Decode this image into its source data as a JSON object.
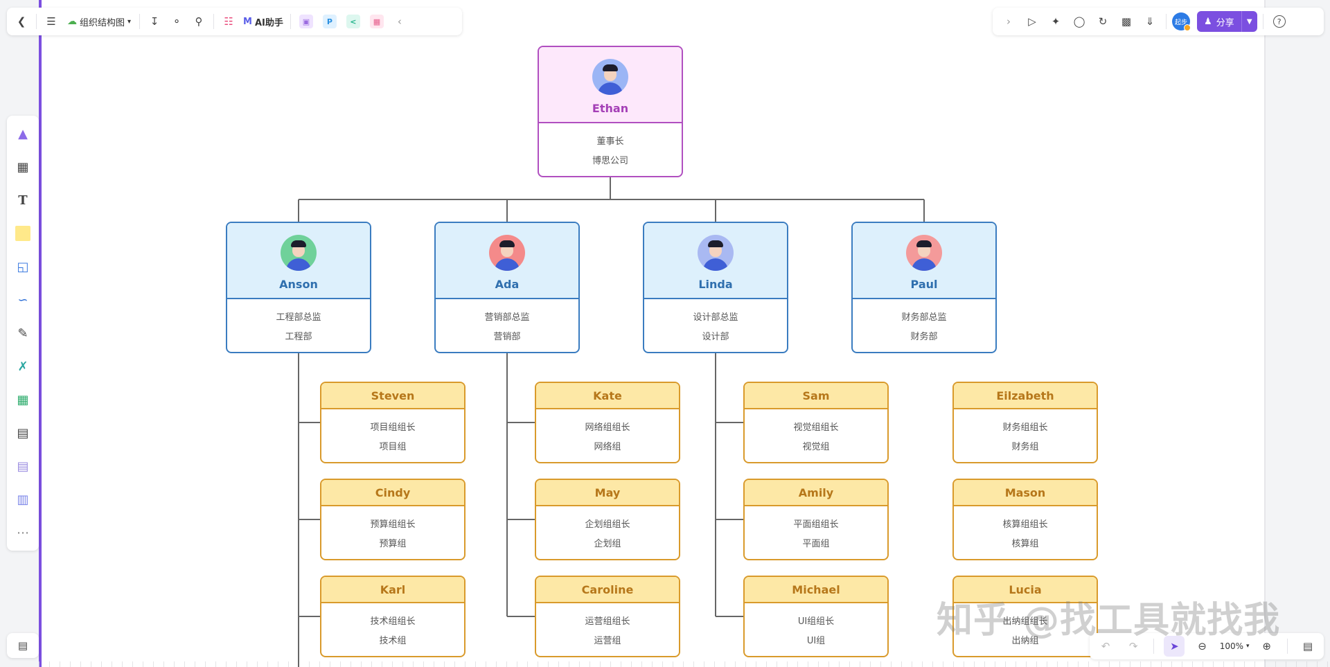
{
  "toolbar_left": {
    "doc_title": "组织结构图",
    "ai_label": "AI助手",
    "icons": [
      "back-icon",
      "menu-icon",
      "cloud-sync-icon",
      "download-icon",
      "tag-icon",
      "search-icon",
      "calendar-app-icon",
      "ai-logo-icon",
      "image-app-icon",
      "p-app-icon",
      "flow-app-icon",
      "mindmap-app-icon",
      "collapse-icon"
    ]
  },
  "toolbar_right": {
    "share_label": "分享",
    "avatar_text": "起步",
    "icons": [
      "expand-icon",
      "play-icon",
      "celebrate-icon",
      "comment-icon",
      "history-icon",
      "chart-icon",
      "more-down-icon",
      "help-icon"
    ]
  },
  "left_toolbar": {
    "icons": [
      "template-icon",
      "frame-icon",
      "text-icon",
      "sticky-note-icon",
      "shape-icon",
      "connector-icon",
      "pen-icon",
      "mindmap-icon",
      "table-icon",
      "text-block-icon",
      "card-icon",
      "kanban-icon",
      "more-icon"
    ]
  },
  "bottom_toolbar": {
    "zoom": "100%",
    "icons": [
      "undo-icon",
      "redo-icon",
      "select-icon",
      "zoom-out-icon",
      "zoom-in-icon",
      "map-icon"
    ]
  },
  "org": {
    "root": {
      "name": "Ethan",
      "title": "董事长",
      "dept": "博思公司",
      "avatar_bg": "#9bb5f5"
    },
    "managers": [
      {
        "name": "Anson",
        "title": "工程部总监",
        "dept": "工程部",
        "avatar_bg": "#6fd19a",
        "leads": [
          {
            "name": "Steven",
            "title": "项目组组长",
            "dept": "项目组"
          },
          {
            "name": "Cindy",
            "title": "预算组组长",
            "dept": "预算组"
          },
          {
            "name": "Karl",
            "title": "技术组组长",
            "dept": "技术组"
          }
        ]
      },
      {
        "name": "Ada",
        "title": "营销部总监",
        "dept": "营销部",
        "avatar_bg": "#f48a8a",
        "leads": [
          {
            "name": "Kate",
            "title": "网络组组长",
            "dept": "网络组"
          },
          {
            "name": "May",
            "title": "企划组组长",
            "dept": "企划组"
          },
          {
            "name": "Caroline",
            "title": "运营组组长",
            "dept": "运营组"
          }
        ]
      },
      {
        "name": "Linda",
        "title": "设计部总监",
        "dept": "设计部",
        "avatar_bg": "#a9b9f2",
        "leads": [
          {
            "name": "Sam",
            "title": "视觉组组长",
            "dept": "视觉组"
          },
          {
            "name": "Amily",
            "title": "平面组组长",
            "dept": "平面组"
          },
          {
            "name": "Michael",
            "title": "UI组组长",
            "dept": "UI组"
          }
        ]
      },
      {
        "name": "Paul",
        "title": "财务部总监",
        "dept": "财务部",
        "avatar_bg": "#f49a9a",
        "leads": [
          {
            "name": "Eilzabeth",
            "title": "财务组组长",
            "dept": "财务组"
          },
          {
            "name": "Mason",
            "title": "核算组组长",
            "dept": "核算组"
          },
          {
            "name": "Lucia",
            "title": "出纳组组长",
            "dept": "出纳组"
          }
        ]
      }
    ]
  },
  "watermark": "知乎 @找工具就找我"
}
